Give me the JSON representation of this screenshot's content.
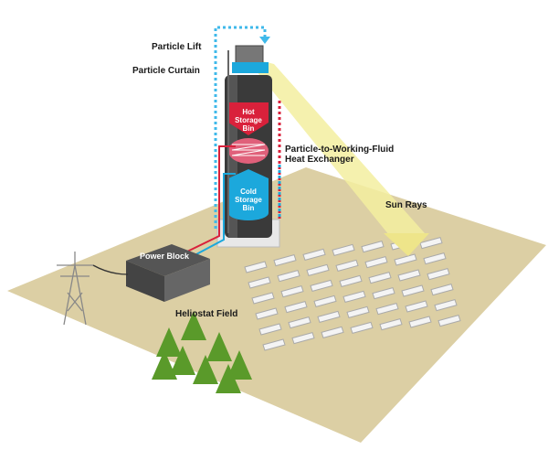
{
  "labels": {
    "particle_lift": "Particle Lift",
    "particle_curtain": "Particle Curtain",
    "hot_bin": "Hot Storage Bin",
    "heat_exchanger": "Particle-to-Working-Fluid Heat Exchanger",
    "cold_bin": "Cold Storage Bin",
    "sun_rays": "Sun Rays",
    "power_block": "Power Block",
    "heliostat_field": "Heliostat Field"
  },
  "colors": {
    "ground": "#dccfa4",
    "hot": "#d9213b",
    "cold": "#1ca8dc",
    "tower": "#3a3a3a",
    "sun": "#f5f0a0",
    "tree": "#5a9a2a",
    "lift_arrow": "#3fb9ea"
  }
}
